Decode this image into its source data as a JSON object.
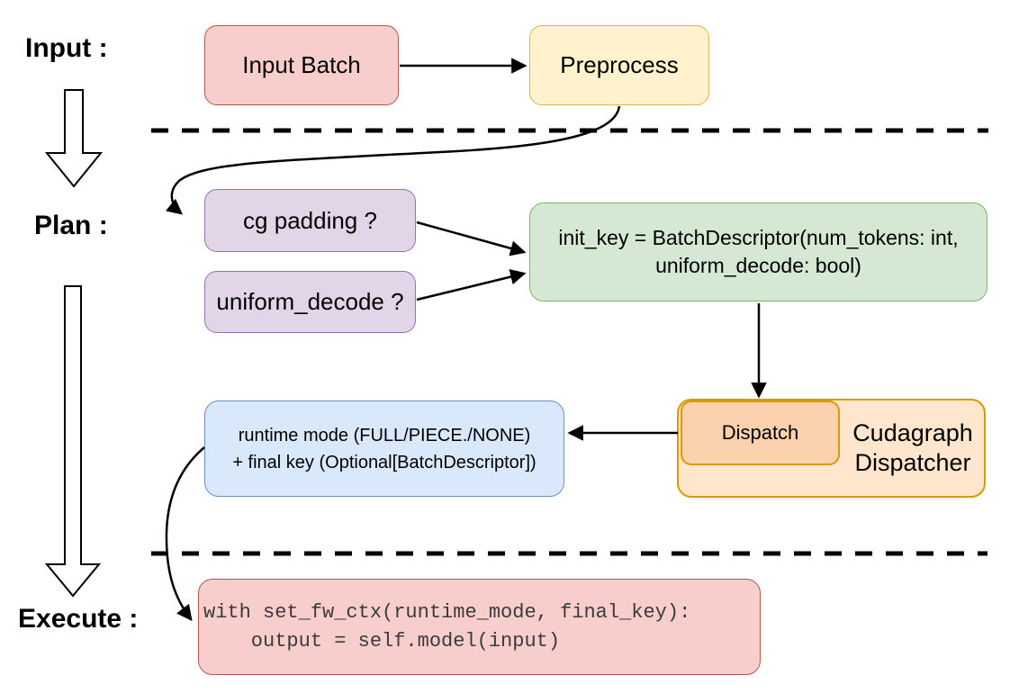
{
  "section_labels": {
    "input": "Input :",
    "plan": "Plan :",
    "execute": "Execute :"
  },
  "nodes": {
    "input_batch": {
      "label": "Input Batch",
      "fill": "#f8cecc",
      "border": "#b85450"
    },
    "preprocess": {
      "label": "Preprocess",
      "fill": "#fff2cc",
      "border": "#d6b656"
    },
    "cg_padding": {
      "label": "cg padding ?",
      "fill": "#e1d5e7",
      "border": "#9673a6"
    },
    "uniform_decode": {
      "label": "uniform_decode ?",
      "fill": "#e1d5e7",
      "border": "#9673a6"
    },
    "init_key": {
      "line1": "init_key = BatchDescriptor(num_tokens: int,",
      "line2": "uniform_decode: bool)",
      "fill": "#d5e8d4",
      "border": "#82b366"
    },
    "dispatch": {
      "label": "Dispatch",
      "fill": "#fbd2ad",
      "border": "#d79b00"
    },
    "cudagraph_dispatcher": {
      "line1": "Cudagraph",
      "line2": "Dispatcher",
      "fill": "#ffe6cc",
      "border": "#d79b00"
    },
    "runtime_result": {
      "line1": "runtime mode (FULL/PIECE./NONE)",
      "line2": "+ final key (Optional[BatchDescriptor])",
      "fill": "#dae8fc",
      "border": "#6c8ebf"
    },
    "execute_code": {
      "line1": "with set_fw_ctx(runtime_mode, final_key):",
      "line2": "    output = self.model(input)",
      "fill": "#f8cecc",
      "border": "#b85450"
    }
  },
  "connector_color": "#000000"
}
